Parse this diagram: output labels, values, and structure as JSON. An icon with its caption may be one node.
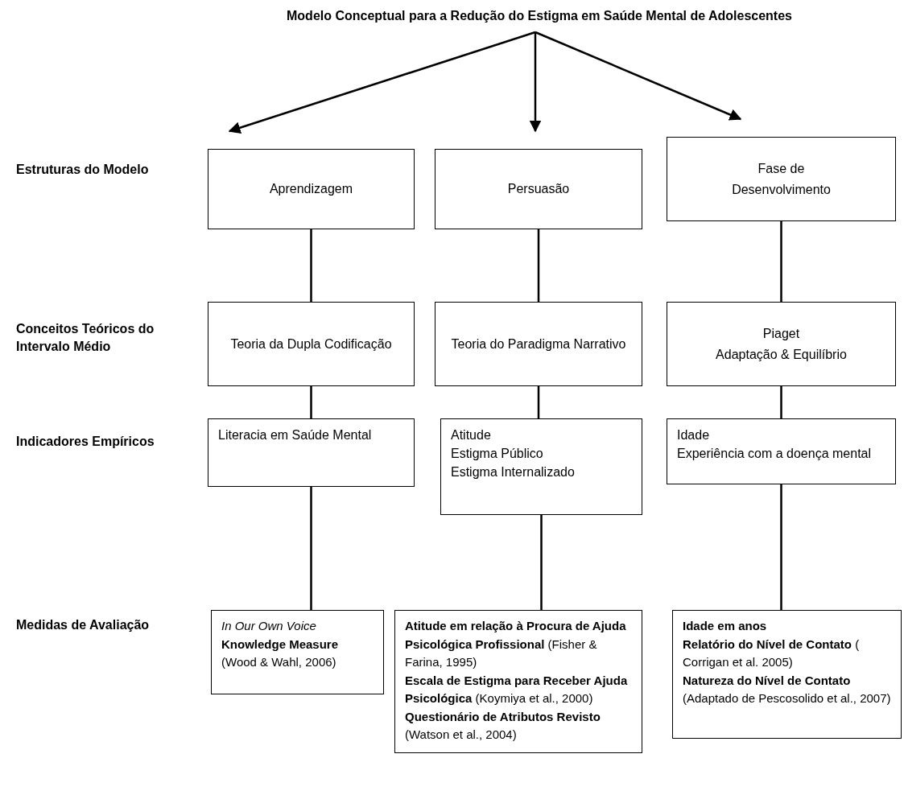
{
  "diagram": {
    "nodes": [
      {
        "text": [
          "Modelo Conceptual para a Redução do Estigma em Saúde Mental de Adolescentes"
        ]
      },
      {
        "text": [
          "Aprendizagem"
        ]
      },
      {
        "text": [
          "Persuasão"
        ]
      },
      {
        "text": [
          "Fase de Desenvolvimento"
        ]
      },
      {
        "text": [
          "Teoria da Dupla Codificação"
        ]
      },
      {
        "text": [
          "Teoria do Paradigma Narrativo"
        ]
      },
      {
        "text": [
          "Piaget",
          "Adaptação & Equilíbrio"
        ]
      },
      {
        "text": [
          "Literacia em Saúde Mental"
        ]
      },
      {
        "text": [
          "Atitude",
          "Estigma Público",
          "Estigma Internalizado"
        ]
      },
      {
        "text": [
          "Idade",
          "Experiência com a doença mental"
        ]
      },
      {
        "text": [
          "*In Our Own Voice* **Knowledge Measure** (Wood & Wahl, 2006)"
        ]
      },
      {
        "text": [
          "**Atitude em relação à Procura de Ajuda Psicológica Profissional** (Fisher & Farina, 1995)",
          "**Escala de Estigma para Receber Ajuda Psicológica** (Koymiya et al., 2000)",
          "**Questionário de Atributos Revisto** (Watson et al., 2004)"
        ]
      },
      {
        "text": [
          "**Idade em anos**",
          "**Relatório do Nível de Contato** ( Corrigan et al. 2005)",
          "**Natureza do Nível de Contato** (Adaptado de Pescosolido et al., 2007)"
        ]
      }
    ],
    "edges": [
      {
        "from": 0,
        "to": 1,
        "arrow": "to"
      },
      {
        "from": 0,
        "to": 2,
        "arrow": "to"
      },
      {
        "from": 0,
        "to": 3,
        "arrow": "to"
      },
      {
        "from": 1,
        "to": 4,
        "arrow": "none"
      },
      {
        "from": 2,
        "to": 5,
        "arrow": "none"
      },
      {
        "from": 3,
        "to": 6,
        "arrow": "none"
      },
      {
        "from": 4,
        "to": 7,
        "arrow": "none"
      },
      {
        "from": 5,
        "to": 8,
        "arrow": "none"
      },
      {
        "from": 6,
        "to": 9,
        "arrow": "none"
      },
      {
        "from": 7,
        "to": 10,
        "arrow": "none"
      },
      {
        "from": 8,
        "to": 11,
        "arrow": "none"
      },
      {
        "from": 9,
        "to": 12,
        "arrow": "none"
      }
    ],
    "labels": [
      "Estruturas do Modelo",
      "Conceitos Teóricos do Intervalo Médio",
      "Indicadores Empíricos",
      "Medidas de Avaliação"
    ]
  }
}
